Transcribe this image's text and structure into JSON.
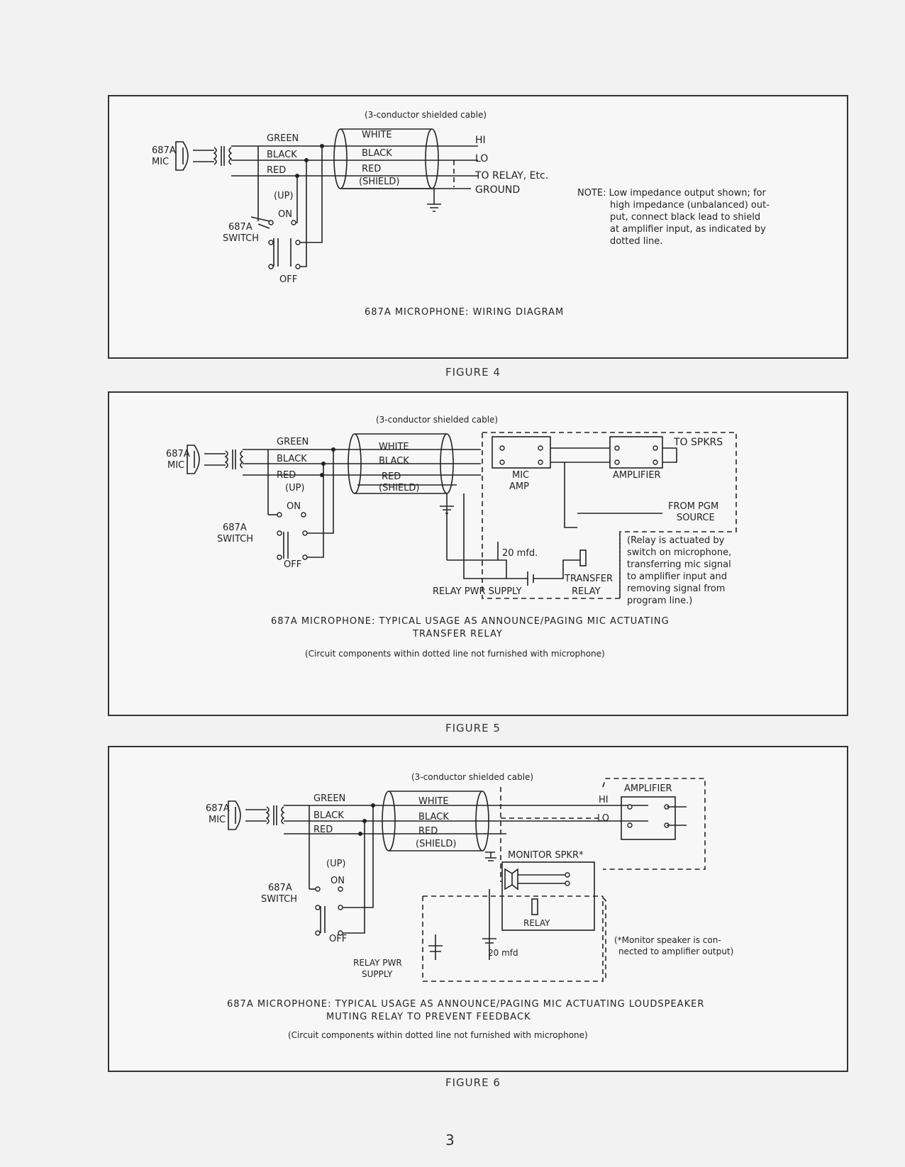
{
  "figure4": {
    "label": "FIGURE 4",
    "caption": "687A MICROPHONE: WIRING DIAGRAM",
    "mic": [
      "687A",
      "MIC"
    ],
    "cable_note": "(3-conductor shielded cable)",
    "wires": [
      "GREEN",
      "BLACK",
      "RED"
    ],
    "cable_wires": [
      "WHITE",
      "BLACK",
      "RED",
      "(SHIELD)"
    ],
    "outputs": [
      "HI",
      "LO",
      "TO RELAY, Etc.",
      "GROUND"
    ],
    "up": "(UP)",
    "on": "ON",
    "off": "OFF",
    "switch": [
      "687A",
      "SWITCH"
    ],
    "note_lines": [
      "NOTE: Low impedance output shown; for",
      "high impedance (unbalanced) out-",
      "put, connect black lead to shield",
      "at amplifier input, as indicated by",
      "dotted line."
    ]
  },
  "figure5": {
    "label": "FIGURE 5",
    "caption_lines": [
      "687A MICROPHONE: TYPICAL USAGE AS ANNOUNCE/PAGING MIC ACTUATING",
      "TRANSFER RELAY"
    ],
    "subcaption": "(Circuit components within dotted line not furnished with microphone)",
    "mic": [
      "687A",
      "MIC"
    ],
    "cable_note": "(3-conductor shielded cable)",
    "wires": [
      "GREEN",
      "BLACK",
      "RED"
    ],
    "cable_wires": [
      "WHITE",
      "BLACK",
      "RED",
      "(SHIELD)"
    ],
    "up": "(UP)",
    "on": "ON",
    "off": "OFF",
    "switch": [
      "687A",
      "SWITCH"
    ],
    "mic_amp": [
      "MIC",
      "AMP"
    ],
    "amplifier": "AMPLIFIER",
    "to_spkrs": "TO SPKRS",
    "from_pgm": [
      "FROM PGM",
      "SOURCE"
    ],
    "cap": "20 mfd.",
    "relay_pwr": "RELAY PWR SUPPLY",
    "transfer_relay": [
      "TRANSFER",
      "RELAY"
    ],
    "relay_note": [
      "(Relay is actuated by",
      "switch on microphone,",
      "transferring mic signal",
      "to amplifier input and",
      "removing signal from",
      "program line.)"
    ]
  },
  "figure6": {
    "label": "FIGURE 6",
    "caption_lines": [
      "687A MICROPHONE: TYPICAL USAGE AS ANNOUNCE/PAGING MIC ACTUATING LOUDSPEAKER",
      "MUTING RELAY TO PREVENT FEEDBACK"
    ],
    "subcaption": "(Circuit components within dotted line not furnished with microphone)",
    "mic": [
      "687A",
      "MIC"
    ],
    "cable_note": "(3-conductor shielded cable)",
    "wires": [
      "GREEN",
      "BLACK",
      "RED"
    ],
    "cable_wires": [
      "WHITE",
      "BLACK",
      "RED",
      "(SHIELD)"
    ],
    "up": "(UP)",
    "on": "ON",
    "off": "OFF",
    "switch": [
      "687A",
      "SWITCH"
    ],
    "amplifier": "AMPLIFIER",
    "hi": "HI",
    "lo": "LO",
    "monitor": "MONITOR SPKR*",
    "relay": "RELAY",
    "cap": "20 mfd",
    "relay_pwr": [
      "RELAY PWR",
      "SUPPLY"
    ],
    "monitor_note": [
      "(*Monitor speaker is con-",
      "nected to amplifier output)"
    ]
  },
  "page_number": "3"
}
